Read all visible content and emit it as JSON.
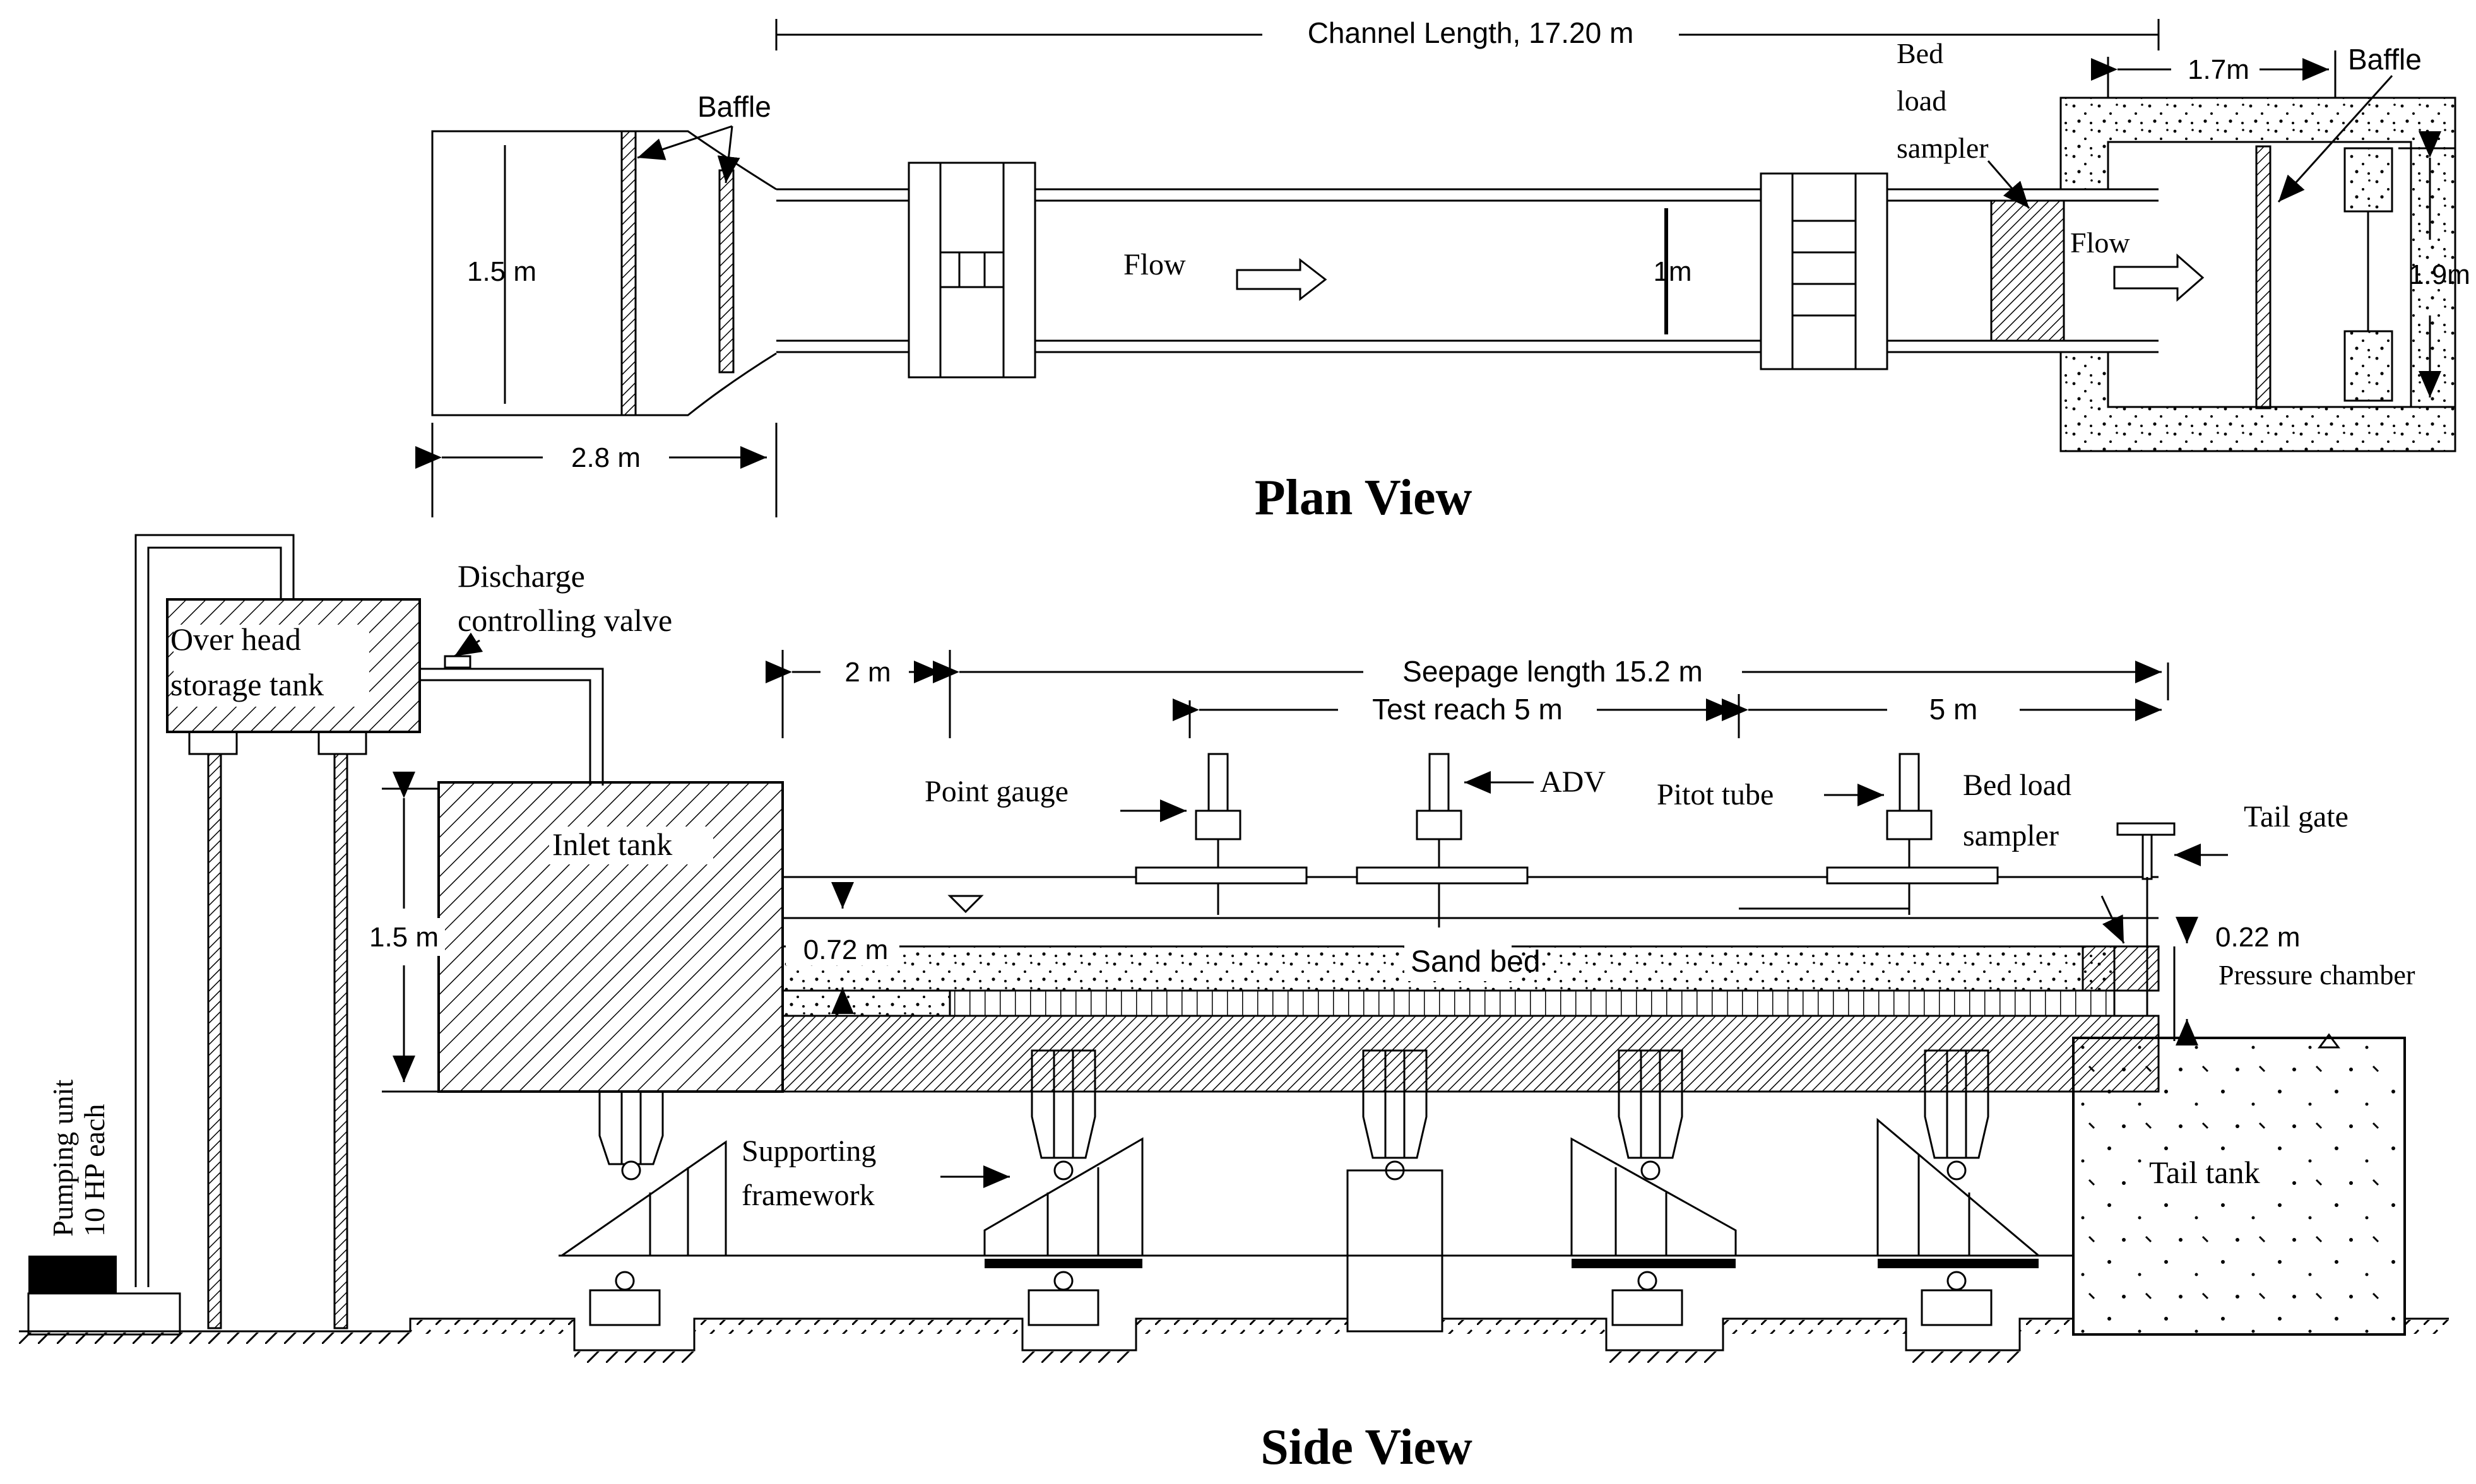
{
  "plan": {
    "title": "Plan View",
    "labels": {
      "channel_length": "Channel Length, 17.20 m",
      "baffle_left": "Baffle",
      "baffle_right": "Baffle",
      "width_inlet": "1.5 m",
      "length_inlet": "2.8 m",
      "flow_1": "Flow",
      "flow_2": "Flow",
      "width_channel": "1m",
      "bed_line1": "Bed",
      "bed_line2": "load",
      "bed_line3": "sampler",
      "tail_len": "1.7m",
      "tail_width": "1.9m"
    }
  },
  "side": {
    "title": "Side View",
    "labels": {
      "discharge_1": "Discharge",
      "discharge_2": "controlling valve",
      "overhead_1": "Over head",
      "overhead_2": "storage tank",
      "seg_2m": "2 m",
      "seepage": "Seepage length 15.2 m",
      "test_reach": "Test reach 5 m",
      "seg_5m": "5 m",
      "point_gauge": "Point gauge",
      "adv": "ADV",
      "pitot": "Pitot tube",
      "bedload_1": "Bed load",
      "bedload_2": "sampler",
      "tail_gate": "Tail gate",
      "inlet_tank": "Inlet tank",
      "h_15": "1.5 m",
      "h_072": "0.72 m",
      "sand_bed": "Sand bed",
      "h_022": "0.22 m",
      "pressure": "Pressure chamber",
      "supporting_1": "Supporting",
      "supporting_2": "framework",
      "tail_tank": "Tail tank",
      "pump_1": "Pumping unit",
      "pump_2": "10 HP each"
    }
  }
}
